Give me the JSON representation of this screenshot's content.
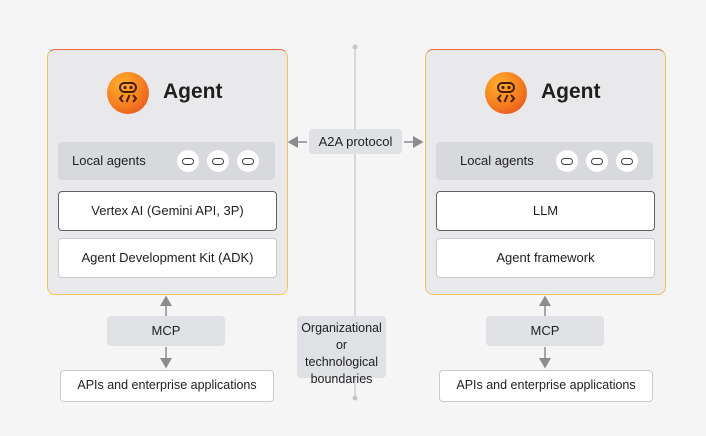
{
  "agents": [
    {
      "title": "Agent",
      "local_agents_label": "Local agents",
      "model_label": "Vertex AI (Gemini API, 3P)",
      "framework_label": "Agent Development Kit (ADK)",
      "mcp_label": "MCP",
      "apis_label": "APIs and enterprise applications"
    },
    {
      "title": "Agent",
      "local_agents_label": "Local agents",
      "model_label": "LLM",
      "framework_label": "Agent framework",
      "mcp_label": "MCP",
      "apis_label": "APIs and enterprise applications"
    }
  ],
  "a2a_label": "A2A protocol",
  "boundary_label": [
    "Organizational or",
    "technological",
    "boundaries"
  ],
  "colors": {
    "card_border_top": "#e76a3d",
    "card_border_bottom": "#f2c35a",
    "logo_orange": "#f57b1f"
  }
}
